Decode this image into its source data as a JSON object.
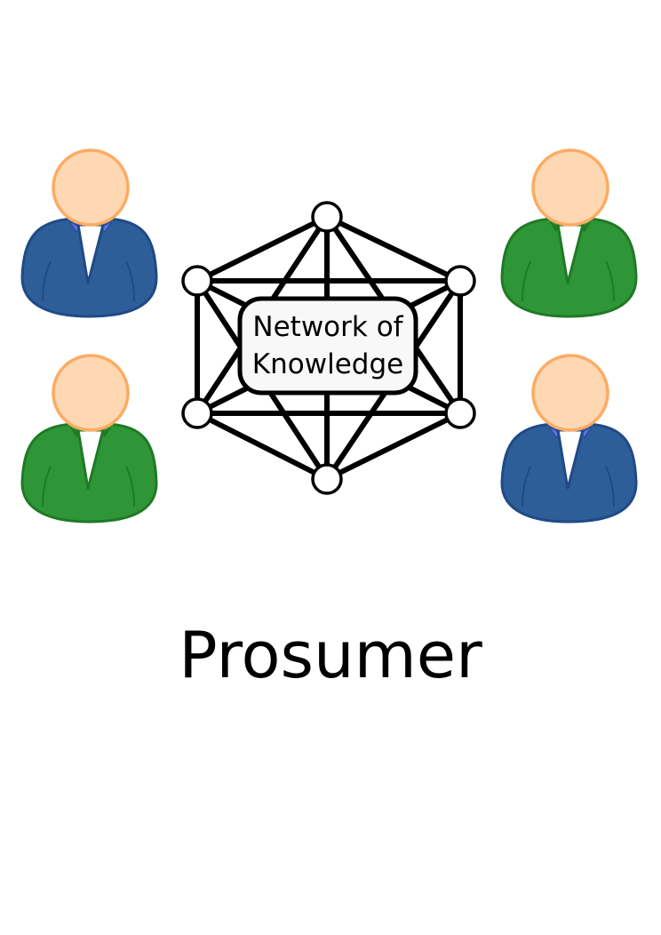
{
  "network": {
    "label_line1": "Network of",
    "label_line2": "Knowledge"
  },
  "title": "Prosumer",
  "people": [
    {
      "position": "top-left",
      "suit_color": "#2e5e99"
    },
    {
      "position": "bottom-left",
      "suit_color": "#2f9637"
    },
    {
      "position": "top-right",
      "suit_color": "#2f9637"
    },
    {
      "position": "bottom-right",
      "suit_color": "#2e5e99"
    }
  ],
  "colors": {
    "skin": "#fed7b3",
    "skin_outline": "#fdab63",
    "blue_outline": "#1f4a85",
    "green_outline": "#1f7a25"
  }
}
